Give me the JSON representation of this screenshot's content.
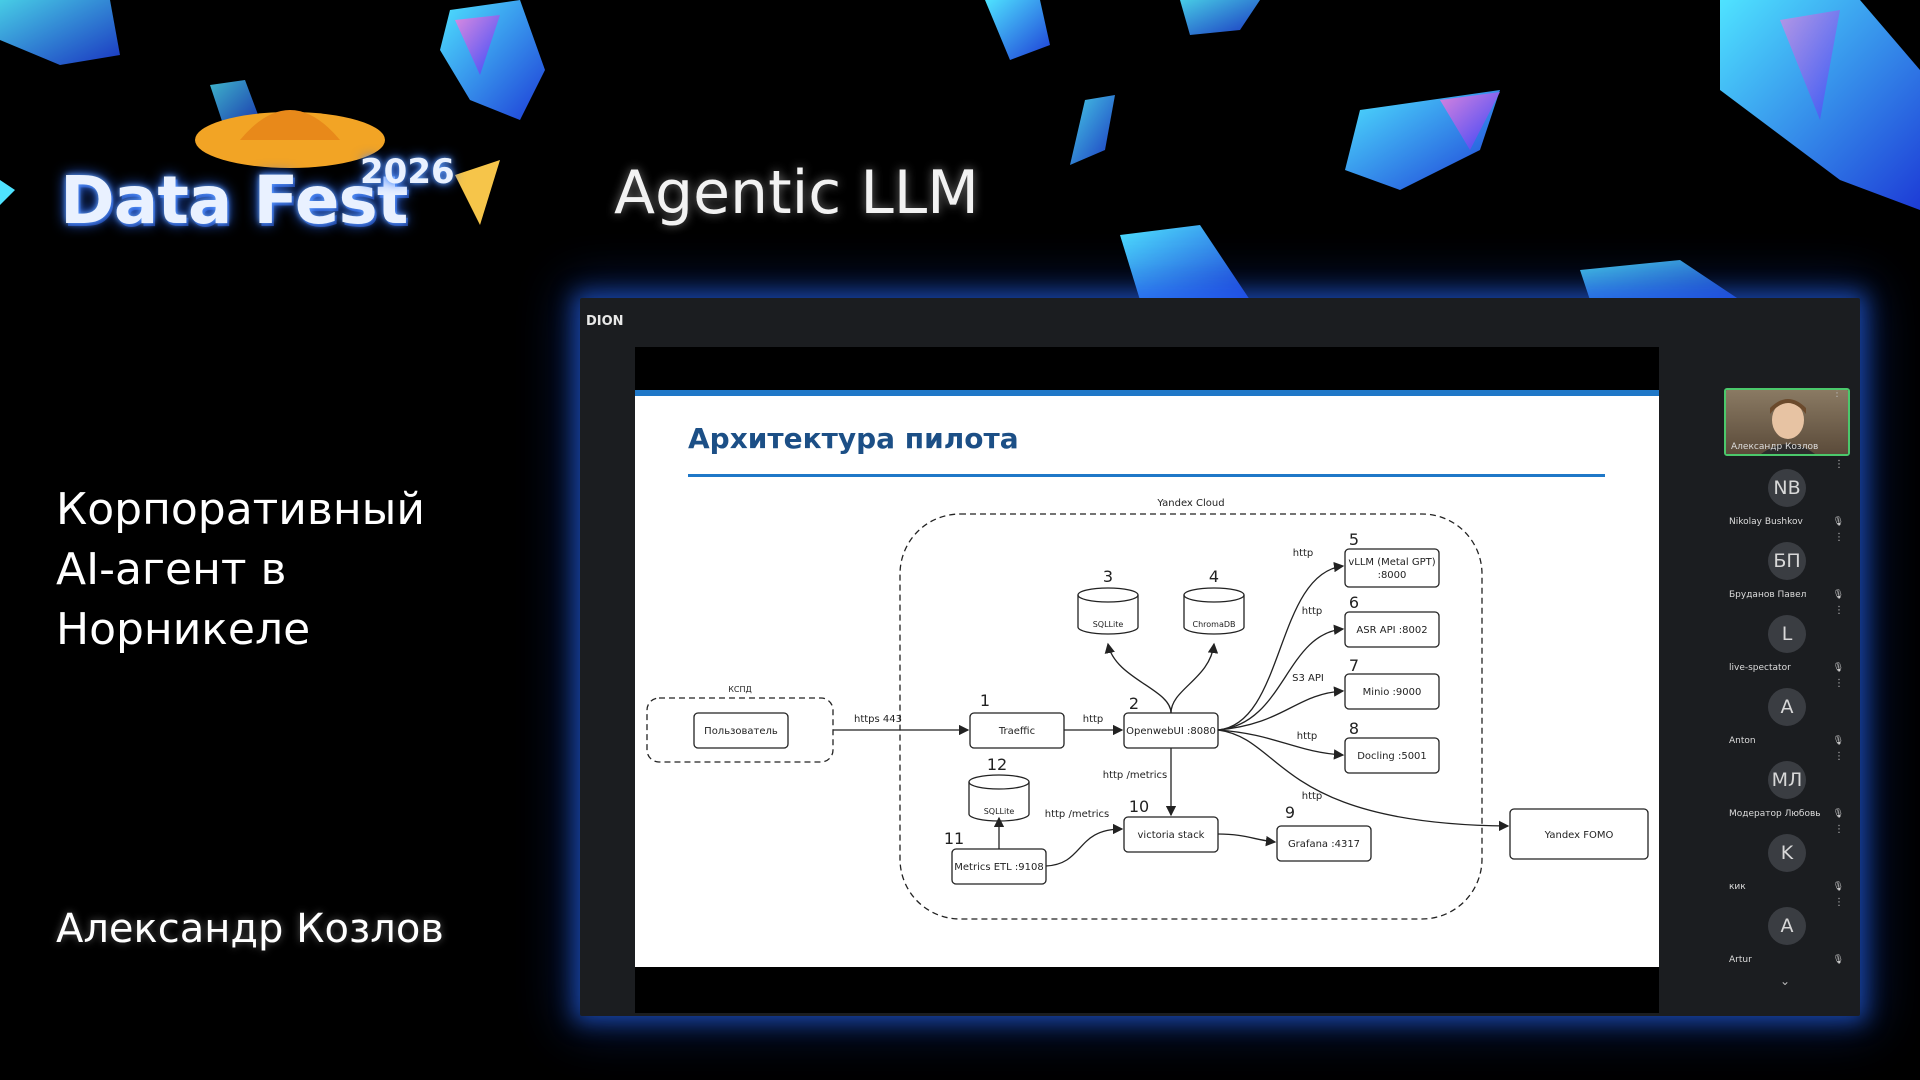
{
  "branding": {
    "logo_text": "Data Fest",
    "logo_year": "2026",
    "track_title": "Agentic LLM"
  },
  "talk": {
    "title": "Корпоративный AI-агент в Норникеле",
    "speaker": "Александр Козлов"
  },
  "conference": {
    "brand": "DION",
    "more_icon": "chevron-down-icon"
  },
  "slide": {
    "title": "Архитектура пилота",
    "diagram": {
      "cloud_label": "Yandex Cloud",
      "kspd_label": "КСПД",
      "nodes": {
        "user": "Пользователь",
        "traefik": "Traeffic",
        "openwebui": "OpenwebUI :8080",
        "sqlite3": "SQLLite",
        "chromadb": "ChromaDB",
        "vllm_line1": "vLLM (Metal GPT)",
        "vllm_line2": ":8000",
        "asr": "ASR API :8002",
        "minio": "Minio :9000",
        "docling": "Docling :5001",
        "victoria": "victoria stack",
        "grafana": "Grafana :4317",
        "sqlite12": "SQLLite",
        "metrics": "Metrics ETL :9108",
        "fomo": "Yandex FOMO"
      },
      "numbers": {
        "n1": "1",
        "n2": "2",
        "n3": "3",
        "n4": "4",
        "n5": "5",
        "n6": "6",
        "n7": "7",
        "n8": "8",
        "n9": "9",
        "n10": "10",
        "n11": "11",
        "n12": "12"
      },
      "edge_labels": {
        "https": "https 443",
        "http_traefik": "http",
        "http_vllm": "http",
        "http_asr": "http",
        "s3": "S3 API",
        "http_docling": "http",
        "http_fomo": "http",
        "http_metrics1": "http /metrics",
        "http_metrics2": "http /metrics"
      }
    }
  },
  "participants": [
    {
      "initials": "",
      "name": "Александр Козлов",
      "speaking": true,
      "has_video": true
    },
    {
      "initials": "NB",
      "name": "Nikolay Bushkov"
    },
    {
      "initials": "БП",
      "name": "Бруданов Павел"
    },
    {
      "initials": "L",
      "name": "live-spectator"
    },
    {
      "initials": "A",
      "name": "Anton"
    },
    {
      "initials": "МЛ",
      "name": "Модератор Любовь"
    },
    {
      "initials": "K",
      "name": "кик"
    },
    {
      "initials": "A",
      "name": "Artur"
    }
  ]
}
